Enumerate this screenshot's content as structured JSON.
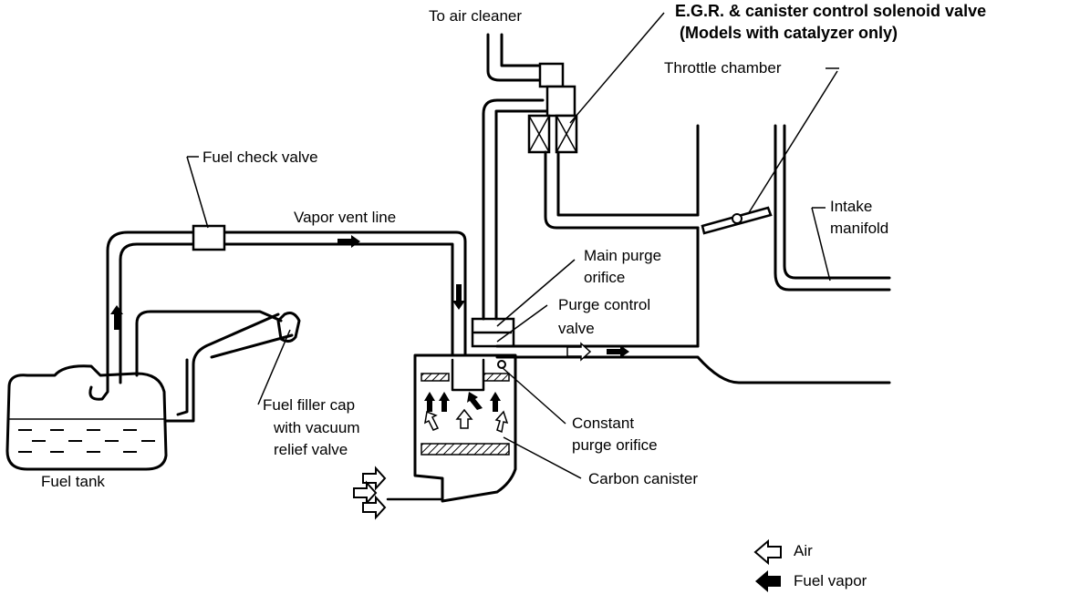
{
  "labels": {
    "to_air_cleaner": "To air cleaner",
    "egr_line1": "E.G.R. & canister control solenoid valve",
    "egr_line2": "(Models with catalyzer only)",
    "throttle_chamber": "Throttle chamber",
    "intake_line1": "Intake",
    "intake_line2": "manifold",
    "fuel_check_valve": "Fuel check valve",
    "vapor_vent_line": "Vapor vent line",
    "main_purge_line1": "Main purge",
    "main_purge_line2": "orifice",
    "purge_control_line1": "Purge control",
    "purge_control_line2": "valve",
    "filler_line1": "Fuel filler cap",
    "filler_line2": "with vacuum",
    "filler_line3": "relief valve",
    "constant_line1": "Constant",
    "constant_line2": "purge orifice",
    "carbon_canister": "Carbon canister",
    "fuel_tank": "Fuel tank"
  },
  "legend": {
    "air": "Air",
    "fuel_vapor": "Fuel vapor"
  },
  "icons": {
    "air_arrow": "hollow-arrow-icon",
    "vapor_arrow": "solid-arrow-icon"
  }
}
